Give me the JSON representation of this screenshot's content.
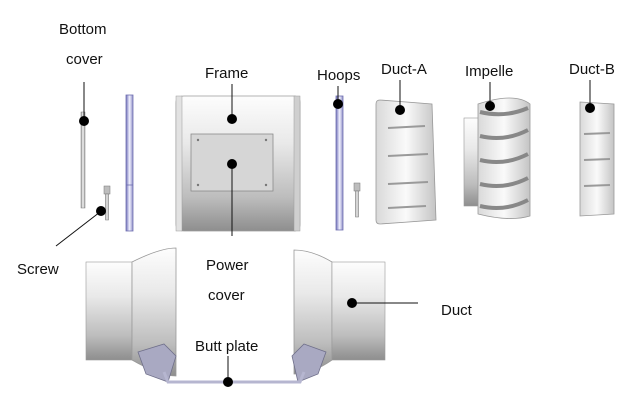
{
  "labels": {
    "bottom_cover_line1": "Bottom",
    "bottom_cover_line2": "cover",
    "frame": "Frame",
    "hoops": "Hoops",
    "duct_a": "Duct-A",
    "impeller": "Impelle",
    "duct_b": "Duct-B",
    "screw": "Screw",
    "power_cover_line1": "Power",
    "power_cover_line2": "cover",
    "duct": "Duct",
    "butt_plate": "Butt plate"
  },
  "colors": {
    "metal_light": "#fbfbfb",
    "metal_mid": "#cfcfcf",
    "metal_dark": "#8d8d8d",
    "cover_edge": "#8080c8",
    "plate": "#b6b6cc",
    "marker": "#000000"
  }
}
